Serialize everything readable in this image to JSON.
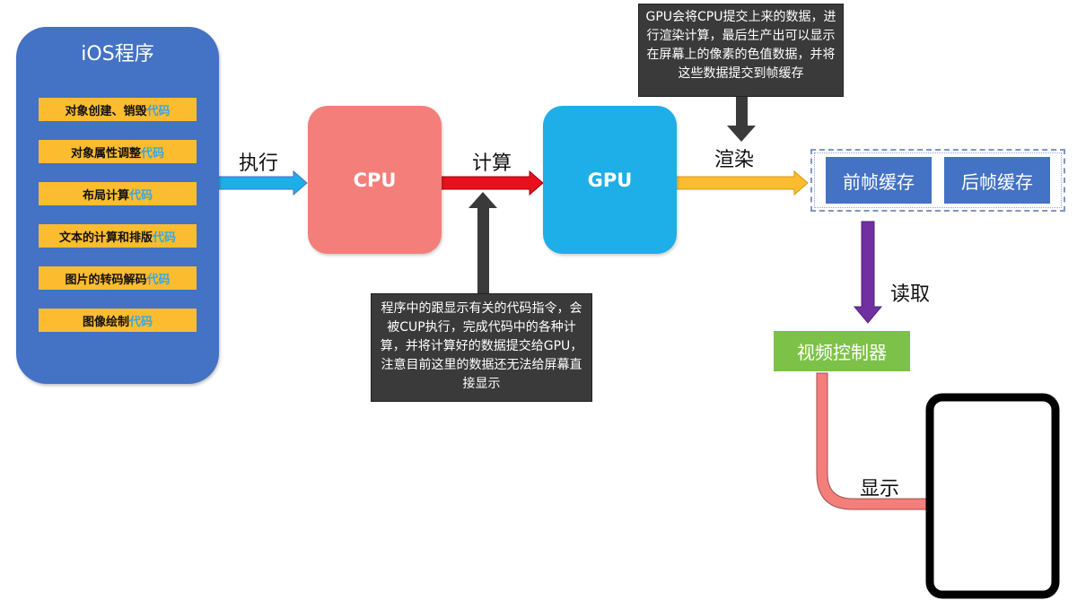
{
  "ios_app": {
    "title": "iOS程序",
    "items": [
      {
        "text": "对象创建、销毁",
        "suffix": "代码"
      },
      {
        "text": "对象属性调整",
        "suffix": "代码"
      },
      {
        "text": "布局计算",
        "suffix": "代码"
      },
      {
        "text": "文本的计算和排版",
        "suffix": "代码"
      },
      {
        "text": "图片的转码解码",
        "suffix": "代码"
      },
      {
        "text": "图像绘制",
        "suffix": "代码"
      }
    ]
  },
  "cpu": {
    "label": "CPU"
  },
  "gpu": {
    "label": "GPU"
  },
  "edges": {
    "execute": "执行",
    "compute": "计算",
    "render": "渲染",
    "read": "读取",
    "display": "显示"
  },
  "notes": {
    "cpu_note": "程序中的跟显示有关的代码指令，会被CUP执行，完成代码中的各种计算，并将计算好的数据提交给GPU，注意目前这里的数据还无法给屏幕直接显示",
    "gpu_note": "GPU会将CPU提交上来的数据，进行渲染计算，最后生产出可以显示在屏幕上的像素的色值数据，并将这些数据提交到帧缓存"
  },
  "frame_buffer": {
    "front": "前帧缓存",
    "back": "后帧缓存"
  },
  "video_controller": {
    "label": "视频控制器"
  },
  "colors": {
    "ios_panel": "#4472c4",
    "code_item": "#fbbc2f",
    "cpu": "#f47e7a",
    "gpu": "#1eaee8",
    "execute_arrow": "#1eaee8",
    "compute_arrow": "#e8101c",
    "render_arrow": "#fbbc2f",
    "read_arrow": "#7030a0",
    "display_arrow": "#f47e7a",
    "video_controller": "#7dc248",
    "note_bg": "#3a3a3a"
  }
}
